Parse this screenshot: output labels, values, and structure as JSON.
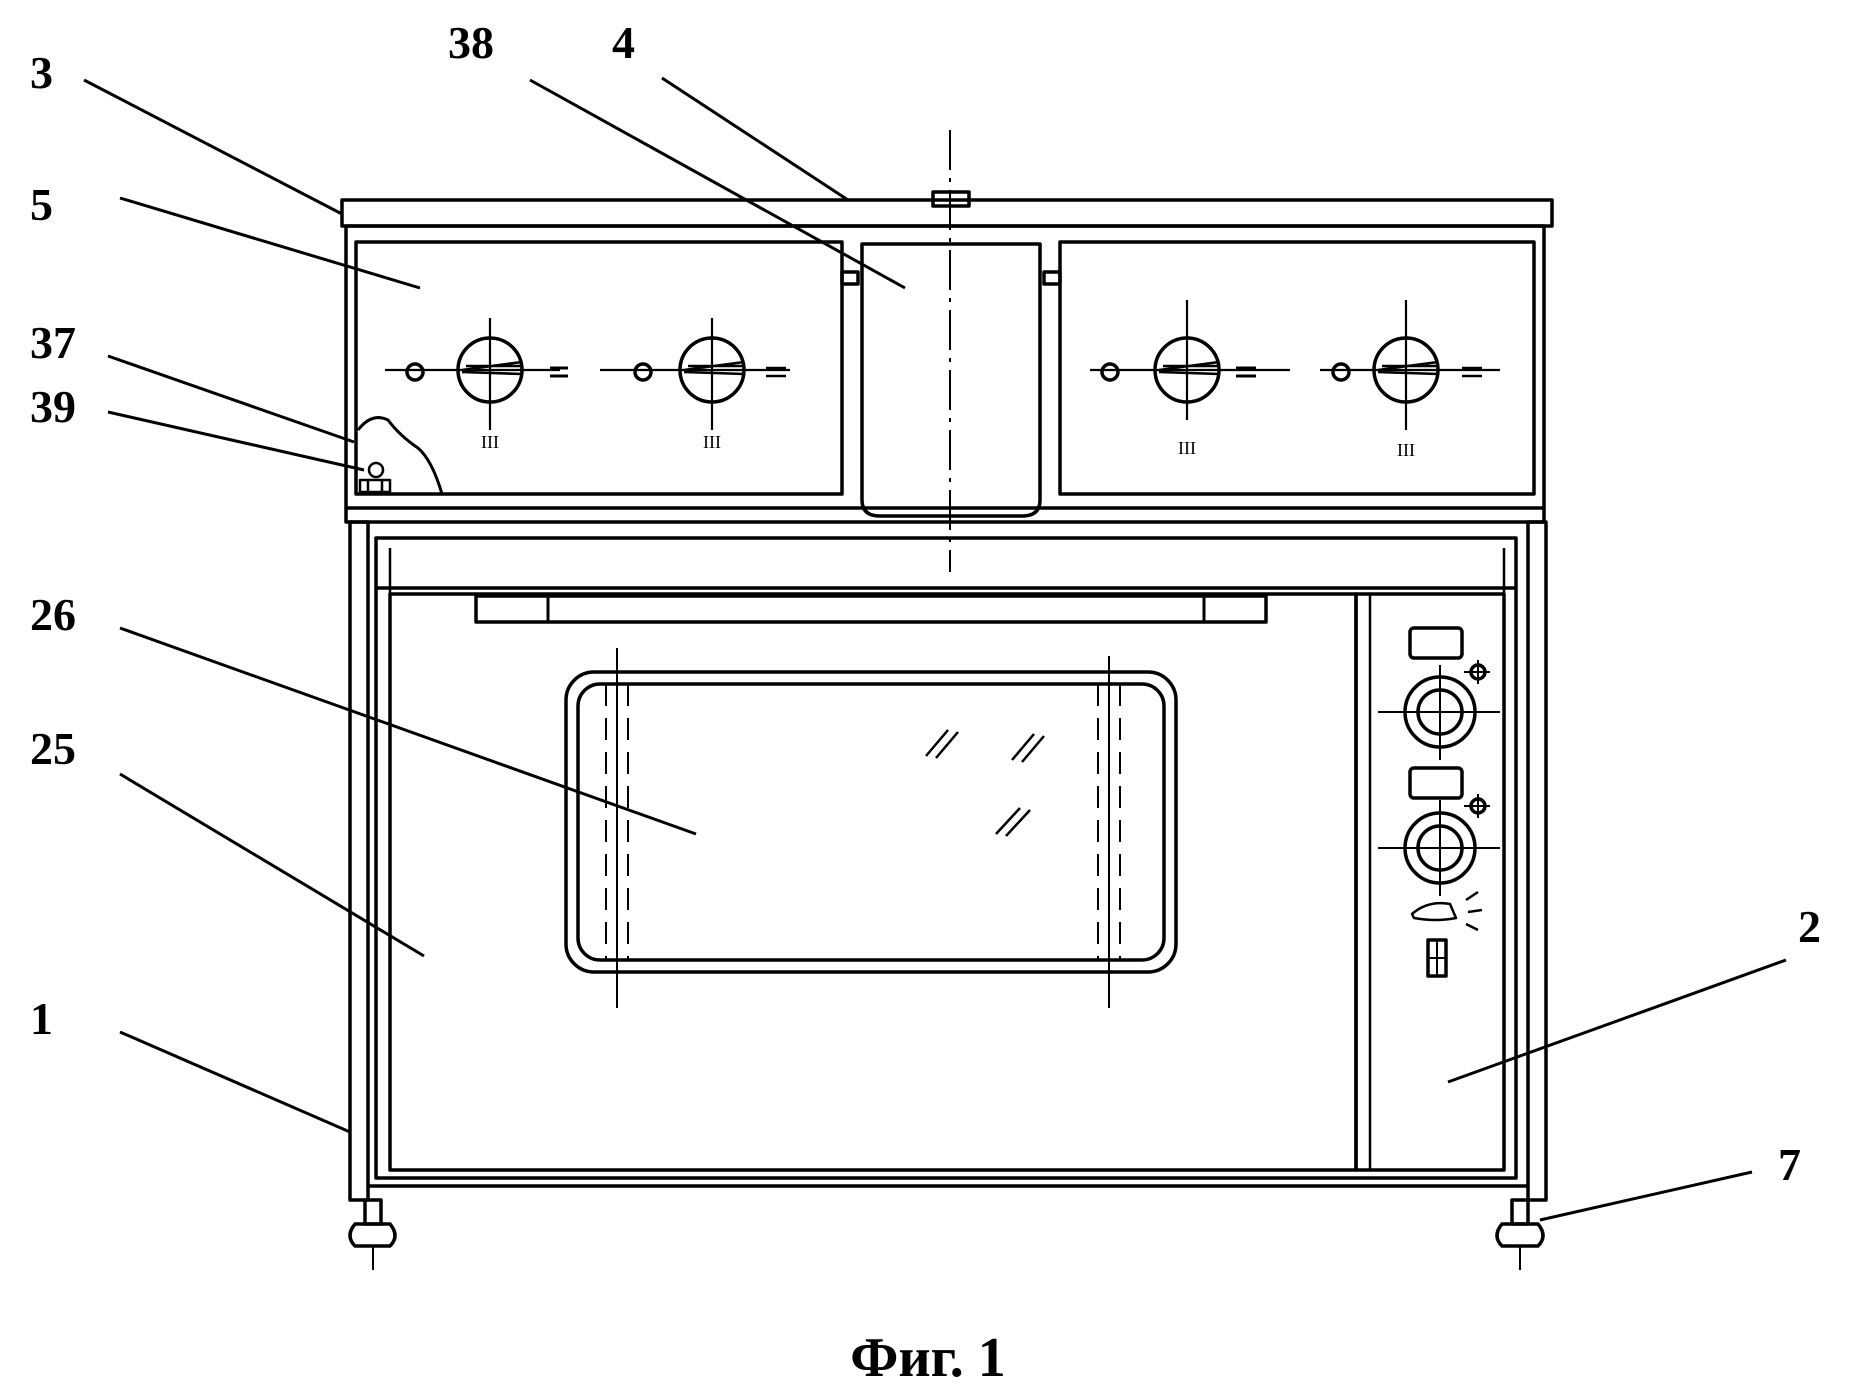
{
  "figure": {
    "caption": "Фиг. 1",
    "ink_color": "#000000",
    "background_color": "#ffffff"
  },
  "labels": {
    "l1": "1",
    "l2": "2",
    "l3": "3",
    "l4": "4",
    "l5": "5",
    "l7": "7",
    "l25": "25",
    "l26": "26",
    "l37": "37",
    "l38": "38",
    "l39": "39"
  },
  "knob_marks": {
    "k1": "III",
    "k2": "III",
    "k3": "III",
    "k4": "III"
  }
}
